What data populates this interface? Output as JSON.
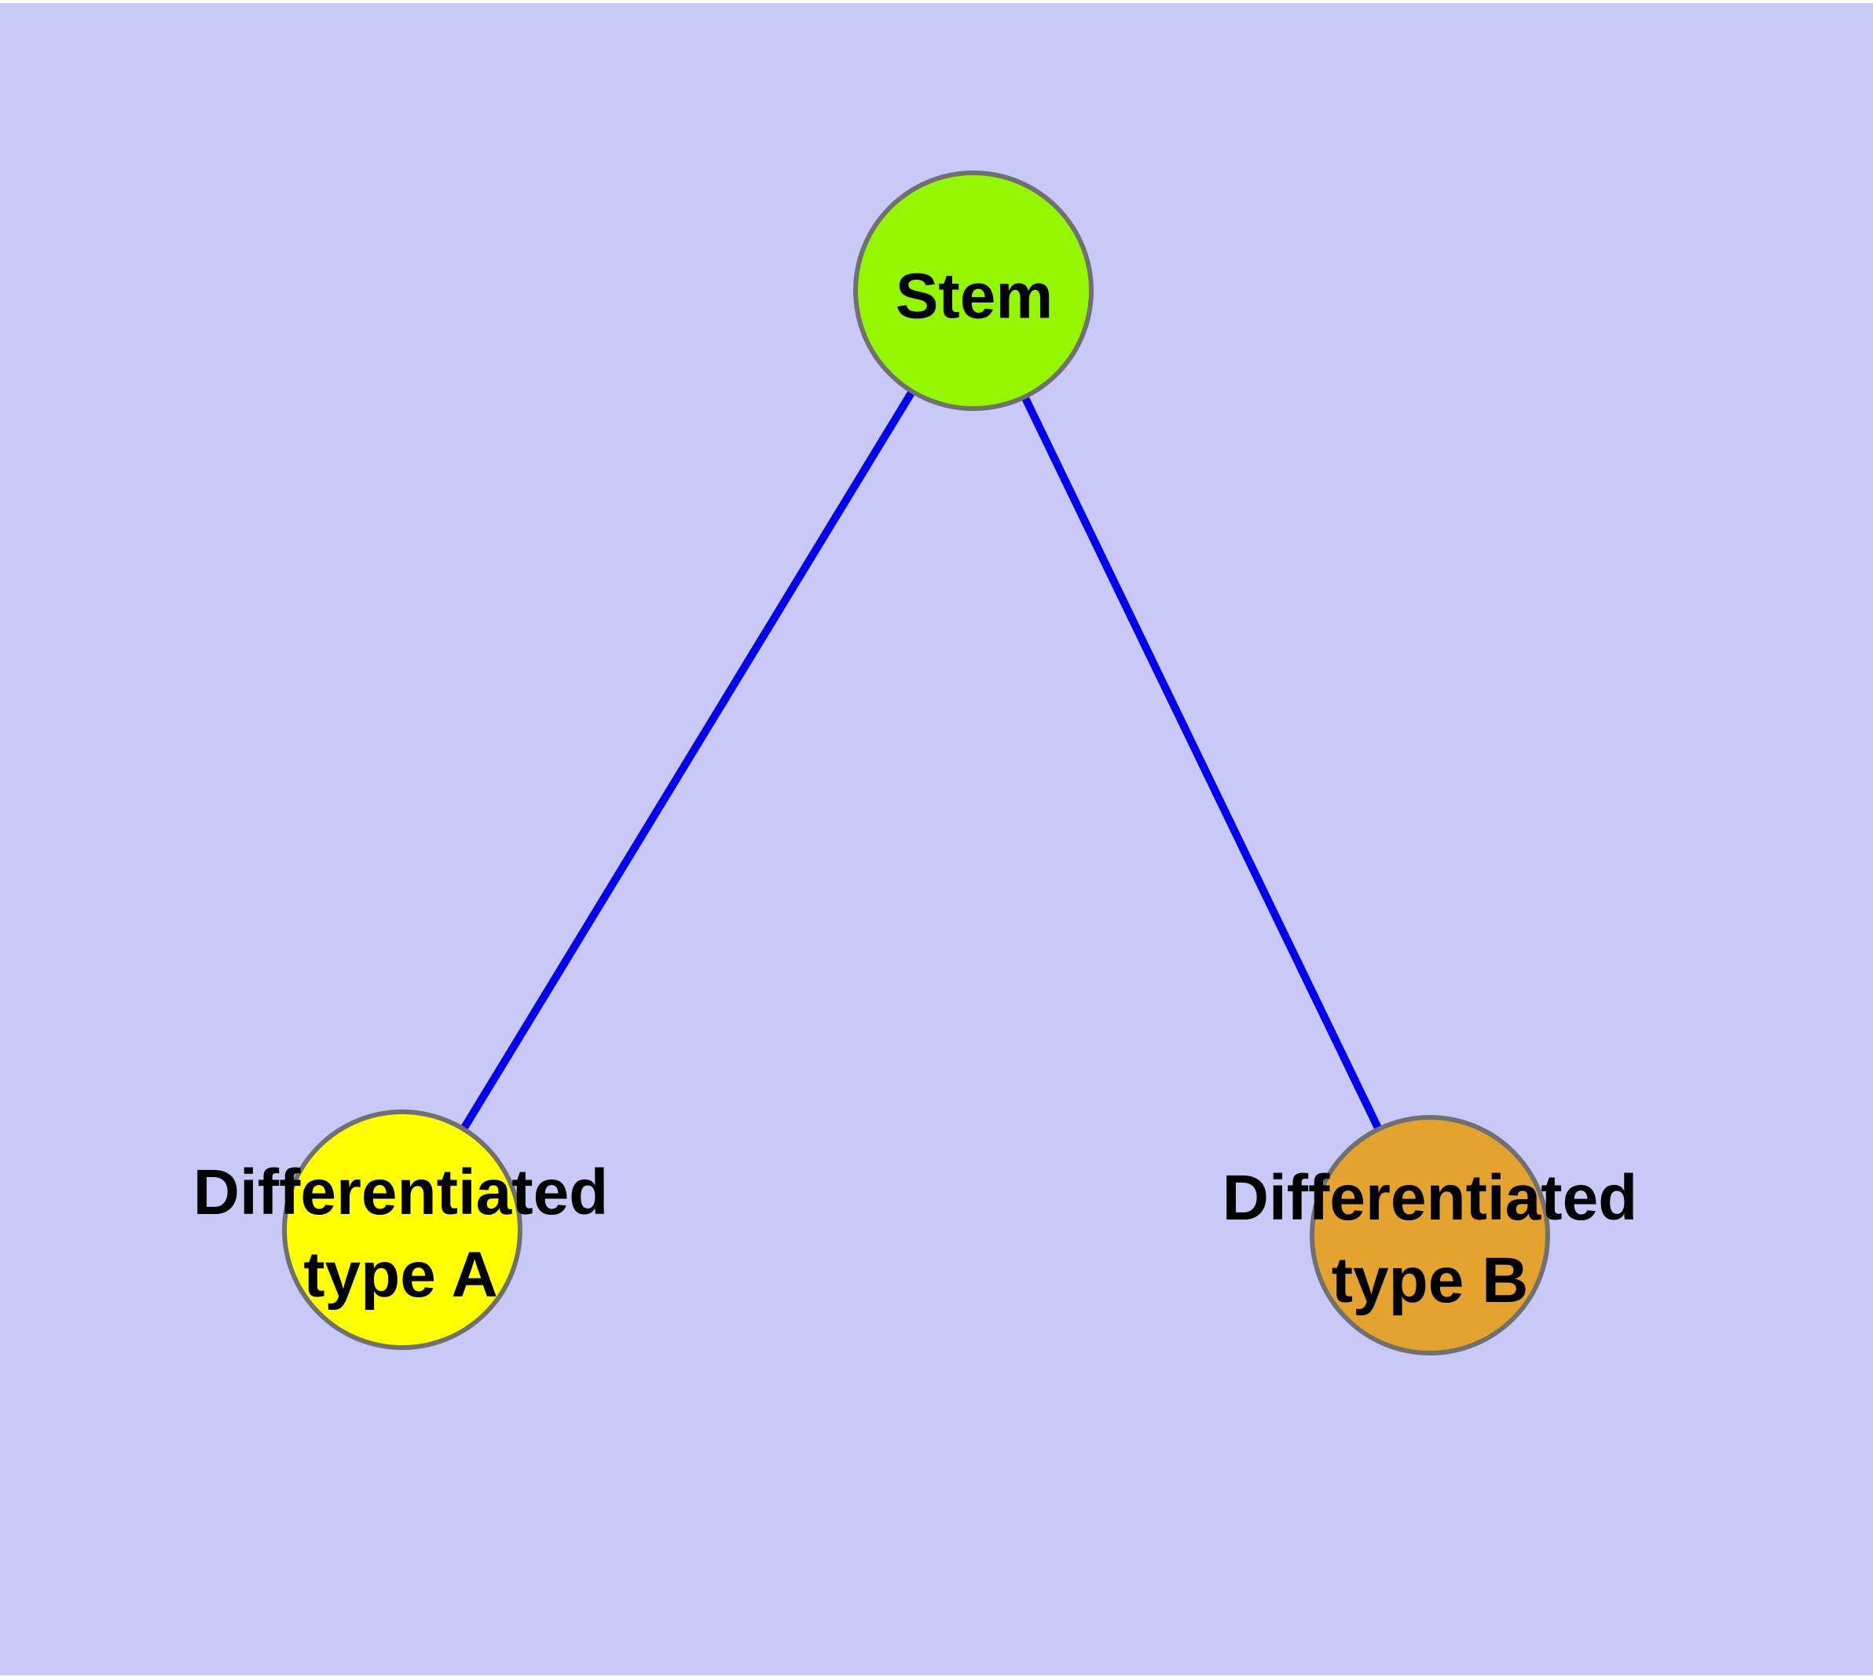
{
  "diagram": {
    "background_color": "#c9c9f8",
    "edge_color": "#0000ee",
    "node_border_color": "#707070",
    "text_color": "#000000",
    "nodes": {
      "stem": {
        "label": "Stem",
        "fill_color": "#94f700"
      },
      "differentiated_a": {
        "label_line1": "Differentiated",
        "label_line2": "type A",
        "fill_color": "#ffff00"
      },
      "differentiated_b": {
        "label_line1": "Differentiated",
        "label_line2": "type B",
        "fill_color": "#e4a22f"
      }
    },
    "edges": [
      {
        "from": "Stem",
        "to": "Differentiated type A"
      },
      {
        "from": "Stem",
        "to": "Differentiated type B"
      }
    ]
  }
}
